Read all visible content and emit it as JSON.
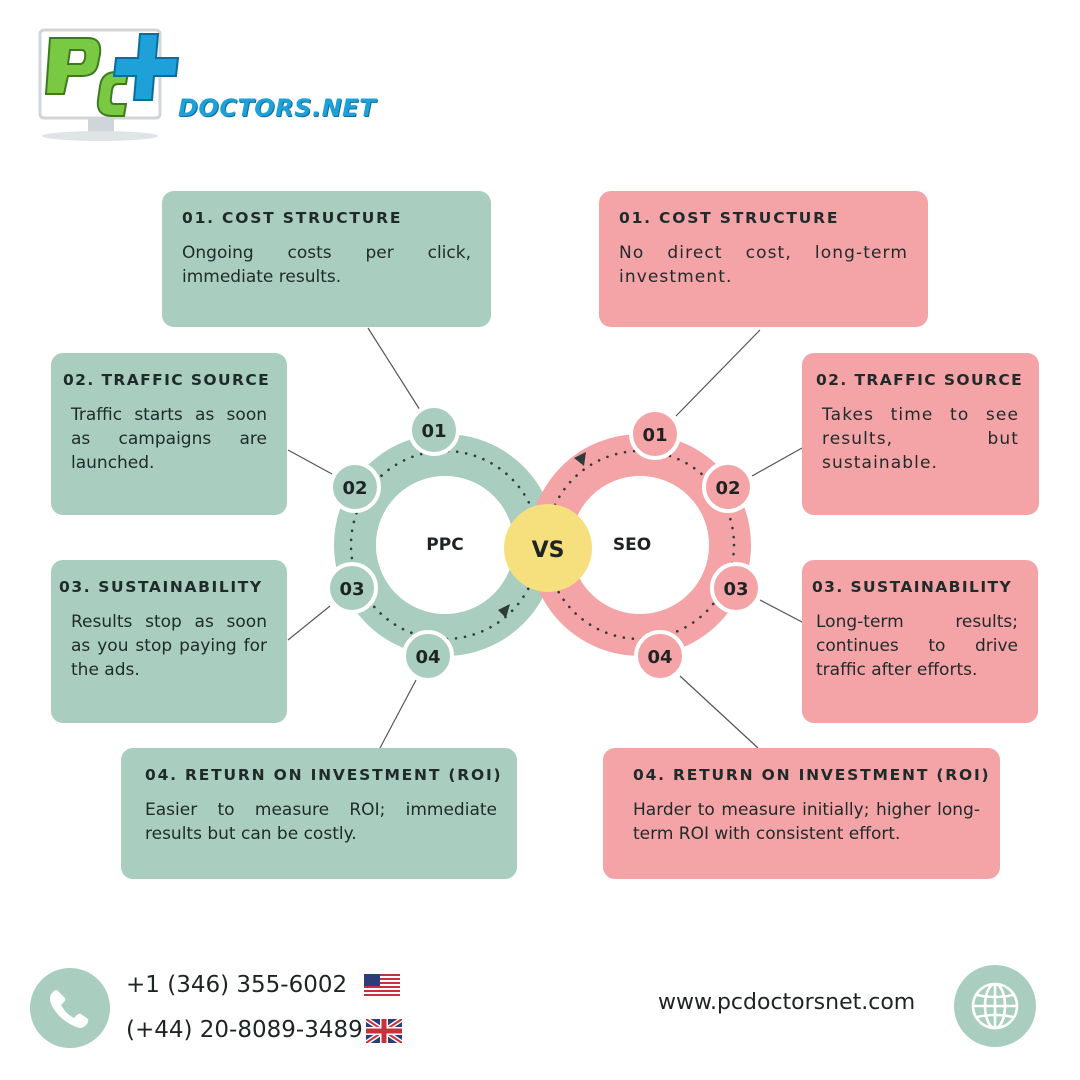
{
  "brand": {
    "logo_letters": "PC",
    "logo_text": "DOCTORS.NET",
    "colors": {
      "logo_green": "#7ac943",
      "logo_blue": "#1ea0d8",
      "ppc": "#a9cdbf",
      "ppc_ring": "#a9cdbf",
      "seo": "#f4a3a6",
      "seo_ring": "#f4a3a6",
      "vs": "#f6df7d"
    }
  },
  "center": {
    "ppc_label": "PPC",
    "seo_label": "SEO",
    "vs_label": "VS",
    "ppc_nodes": [
      "01",
      "02",
      "03",
      "04"
    ],
    "seo_nodes": [
      "01",
      "02",
      "03",
      "04"
    ]
  },
  "ppc": {
    "cards": [
      {
        "title": "01. COST STRUCTURE",
        "body": "Ongoing costs per click, immediate results."
      },
      {
        "title": "02. TRAFFIC SOURCE",
        "body": "Traffic starts as soon as campaigns are launched."
      },
      {
        "title": "03. SUSTAINABILITY",
        "body": "Results stop as soon as you stop paying for the ads."
      },
      {
        "title": "04. RETURN ON INVESTMENT (ROI)",
        "body": "Easier to measure ROI; immediate results but can be costly."
      }
    ]
  },
  "seo": {
    "cards": [
      {
        "title": "01. COST STRUCTURE",
        "body": "No direct cost, long-term investment."
      },
      {
        "title": "02. TRAFFIC SOURCE",
        "body": "Takes time to see results, but sustainable."
      },
      {
        "title": "03. SUSTAINABILITY",
        "body": "Long-term results; continues to drive traffic after efforts."
      },
      {
        "title": "04. RETURN ON INVESTMENT (ROI)",
        "body": "Harder to measure initially; higher long-term ROI with consistent effort."
      }
    ]
  },
  "footer": {
    "phone_us": "+1 (346) 355-6002",
    "phone_uk": "(+44) 20-8089-3489",
    "website": "www.pcdoctorsnet.com",
    "icons": [
      "phone-icon",
      "us-flag-icon",
      "uk-flag-icon",
      "globe-icon"
    ]
  }
}
